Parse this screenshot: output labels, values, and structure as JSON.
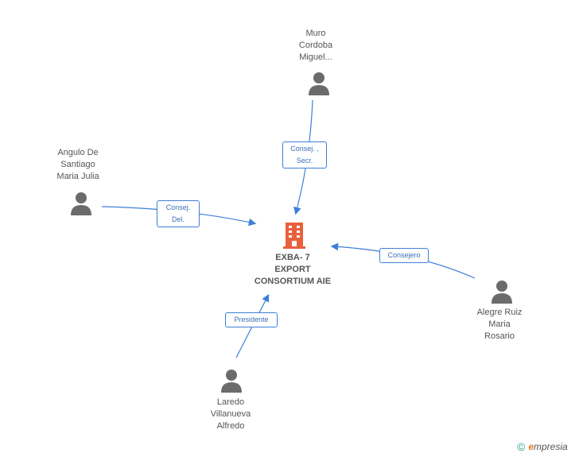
{
  "company": {
    "name": "EXBA- 7\nEXPORT\nCONSORTIUM AIE"
  },
  "people": [
    {
      "id": "muro",
      "name": "Muro\nCordoba\nMiguel..."
    },
    {
      "id": "angulo",
      "name": "Angulo De\nSantiago\nMaria Julia"
    },
    {
      "id": "alegre",
      "name": "Alegre Ruiz\nMaria\nRosario"
    },
    {
      "id": "laredo",
      "name": "Laredo\nVillanueva\nAlfredo"
    }
  ],
  "roles": {
    "muro": "Consej. ,\nSecr.",
    "angulo": "Consej.\nDel.",
    "alegre": "Consejero",
    "laredo": "Presidente"
  },
  "footer": {
    "copyright": "©",
    "brand_initial": "e",
    "brand_rest": "mpresia"
  },
  "colors": {
    "edge": "#3d7fd9",
    "person_icon": "#6b6b6b",
    "company_icon": "#e8613c"
  }
}
